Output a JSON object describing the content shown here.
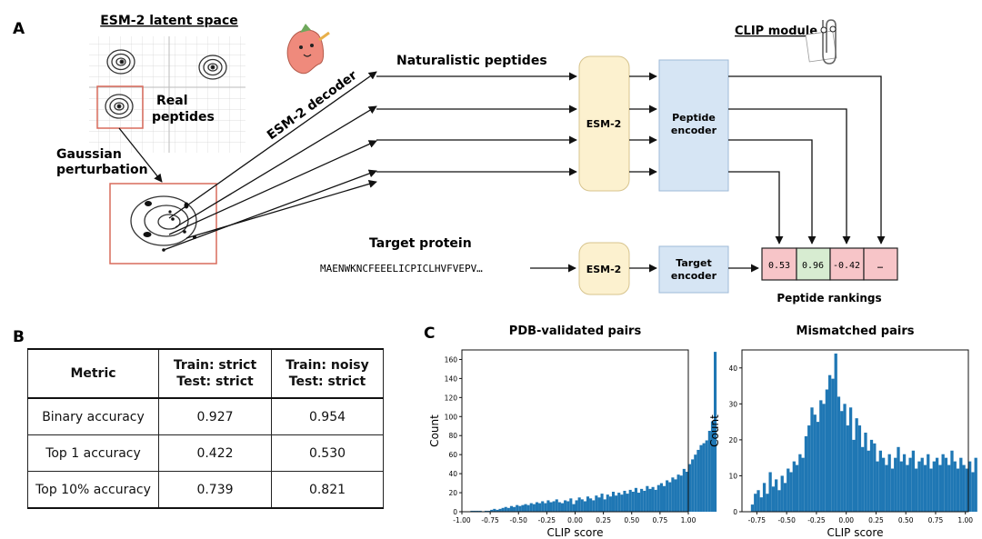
{
  "panels": {
    "a": "A",
    "b": "B",
    "c": "C"
  },
  "panel_a": {
    "latent_title": "ESM-2 latent space",
    "real_peptides": [
      "Real",
      "peptides"
    ],
    "gaussian": [
      "Gaussian",
      "perturbation"
    ],
    "decoder": "ESM-2 decoder",
    "naturalistic": "Naturalistic peptides",
    "esm2_top": "ESM-2",
    "peptide_encoder": [
      "Peptide",
      "encoder"
    ],
    "clip_title": "CLIP module",
    "target_protein": "Target protein",
    "sequence": "MAENWKNCFEEELICPICLHVFVEPV…",
    "esm2_bottom": "ESM-2",
    "target_encoder": [
      "Target",
      "encoder"
    ],
    "rankings": [
      {
        "label": "0.53",
        "color": "#f7c5c8"
      },
      {
        "label": "0.96",
        "color": "#d7ecd1"
      },
      {
        "label": "-0.42",
        "color": "#f7c5c8"
      },
      {
        "label": "…",
        "color": "#f7c5c8"
      }
    ],
    "rankings_title": "Peptide rankings"
  },
  "table": {
    "headers": [
      [
        "Metric"
      ],
      [
        "Train: strict",
        "Test: strict"
      ],
      [
        "Train: noisy",
        "Test: strict"
      ]
    ],
    "rows": [
      [
        "Binary accuracy",
        "0.927",
        "0.954"
      ],
      [
        "Top 1 accuracy",
        "0.422",
        "0.530"
      ],
      [
        "Top 10% accuracy",
        "0.739",
        "0.821"
      ]
    ]
  },
  "chart_data": [
    {
      "type": "bar",
      "title": "PDB-validated pairs",
      "xlabel": "CLIP score",
      "ylabel": "Count",
      "xlim": [
        -1.0,
        1.0
      ],
      "ylim": [
        0,
        170
      ],
      "xticks": [
        "-1.00",
        "-0.75",
        "-0.50",
        "-0.25",
        "0.00",
        "0.25",
        "0.50",
        "0.75",
        "1.00"
      ],
      "yticks": [
        "0",
        "20",
        "40",
        "60",
        "80",
        "100",
        "120",
        "140",
        "160"
      ],
      "color": "#1f77b4",
      "bin_start": -1.0,
      "bin_width": 0.025,
      "values": [
        0,
        0,
        0,
        1,
        1,
        1,
        1,
        0,
        1,
        1,
        2,
        3,
        2,
        3,
        4,
        5,
        4,
        6,
        5,
        7,
        6,
        7,
        8,
        7,
        9,
        8,
        10,
        9,
        11,
        9,
        12,
        10,
        11,
        13,
        10,
        9,
        12,
        11,
        14,
        8,
        12,
        15,
        13,
        11,
        16,
        14,
        12,
        17,
        15,
        19,
        13,
        18,
        16,
        21,
        17,
        20,
        18,
        22,
        19,
        23,
        21,
        25,
        20,
        24,
        22,
        27,
        24,
        26,
        23,
        28,
        30,
        27,
        33,
        31,
        36,
        34,
        39,
        38,
        45,
        42,
        50,
        55,
        60,
        65,
        70,
        72,
        75,
        85,
        95,
        168
      ]
    },
    {
      "type": "bar",
      "title": "Mismatched pairs",
      "xlabel": "CLIP score",
      "ylabel": "Count",
      "xlim": [
        -0.875,
        1.025
      ],
      "ylim": [
        0,
        45
      ],
      "xticks": [
        "-0.75",
        "-0.50",
        "-0.25",
        "0.00",
        "0.25",
        "0.50",
        "0.75",
        "1.00"
      ],
      "yticks": [
        "0",
        "10",
        "20",
        "30",
        "40"
      ],
      "color": "#1f77b4",
      "bin_start": -0.8,
      "bin_width": 0.025,
      "values": [
        2,
        5,
        6,
        4,
        8,
        5,
        11,
        7,
        9,
        6,
        10,
        8,
        12,
        11,
        14,
        13,
        16,
        15,
        21,
        24,
        29,
        27,
        25,
        31,
        30,
        34,
        38,
        37,
        44,
        32,
        28,
        30,
        24,
        29,
        20,
        26,
        24,
        18,
        22,
        17,
        20,
        19,
        14,
        17,
        15,
        13,
        16,
        12,
        15,
        18,
        14,
        16,
        13,
        15,
        17,
        12,
        14,
        15,
        13,
        16,
        12,
        14,
        15,
        13,
        16,
        15,
        13,
        17,
        14,
        12,
        15,
        13,
        12,
        14,
        11,
        15
      ]
    }
  ]
}
